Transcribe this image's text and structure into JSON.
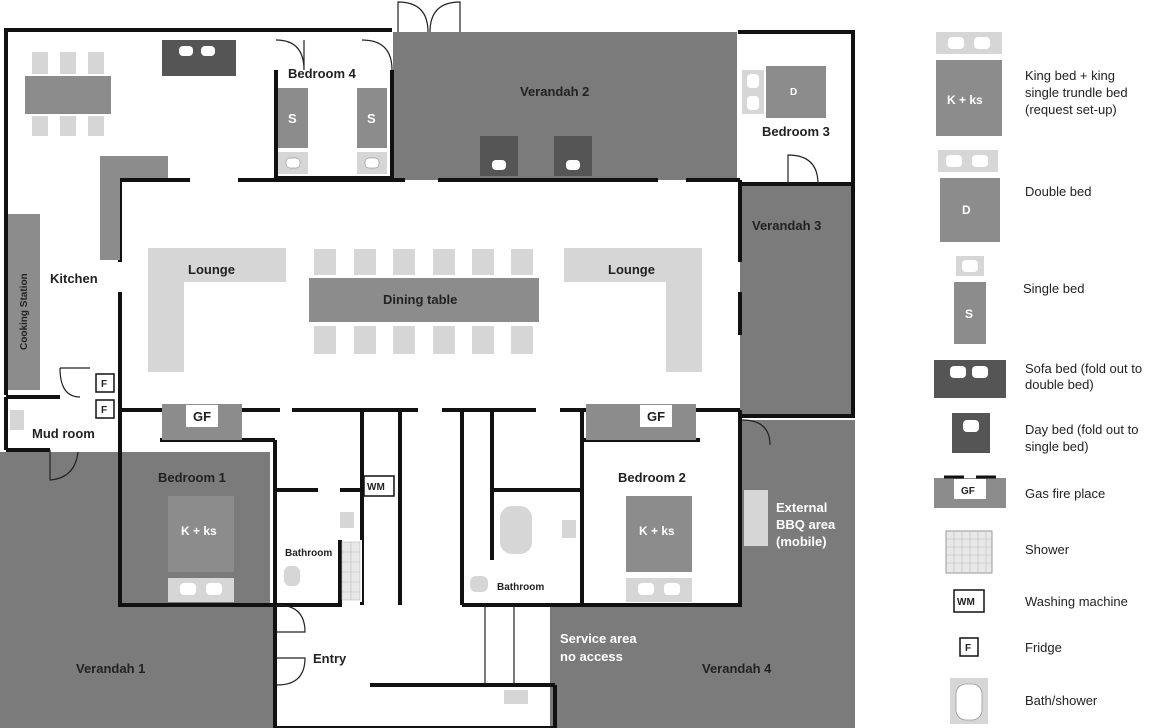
{
  "rooms": {
    "verandah1": "Verandah 1",
    "verandah2": "Verandah 2",
    "verandah3": "Verandah 3",
    "verandah4": "Verandah 4",
    "bedroom1": "Bedroom 1",
    "bedroom2": "Bedroom 2",
    "bedroom3": "Bedroom 3",
    "bedroom4": "Bedroom 4",
    "kitchen": "Kitchen",
    "cooking_station": "Cooking Station",
    "mud_room": "Mud room",
    "lounge_left": "Lounge",
    "lounge_right": "Lounge",
    "dining_table": "Dining table",
    "bathroom_left": "Bathroom",
    "bathroom_right": "Bathroom",
    "entry": "Entry",
    "service_area_line1": "Service area",
    "service_area_line2": "no access",
    "bbq_line1": "External",
    "bbq_line2": "BBQ area",
    "bbq_line3": "(mobile)"
  },
  "fixtures": {
    "king_bed_label": "K + ks",
    "double_bed_label": "D",
    "single_bed_label": "S",
    "gas_fire_label": "GF",
    "washing_machine_label": "WM",
    "fridge_label": "F"
  },
  "legend": {
    "king": {
      "icon": "K + ks",
      "line1": "King bed + king",
      "line2": "single trundle bed",
      "line3": "(request set-up)"
    },
    "double": {
      "icon": "D",
      "line1": "Double bed"
    },
    "single": {
      "icon": "S",
      "line1": "Single bed"
    },
    "sofa": {
      "line1": "Sofa bed (fold out to",
      "line2": "double bed)"
    },
    "day": {
      "line1": "Day bed (fold out to",
      "line2": "single bed)"
    },
    "gasfire": {
      "icon": "GF",
      "line1": "Gas fire place"
    },
    "shower": {
      "line1": "Shower"
    },
    "wm": {
      "icon": "WM",
      "line1": "Washing machine"
    },
    "fridge": {
      "icon": "F",
      "line1": "Fridge"
    },
    "bath": {
      "line1": "Bath/shower"
    }
  },
  "colors": {
    "verandah": "#7b7b7b",
    "bed": "#8c8c8c",
    "sofa": "#555555",
    "lounge": "#d6d6d6",
    "wall": "#111111"
  }
}
